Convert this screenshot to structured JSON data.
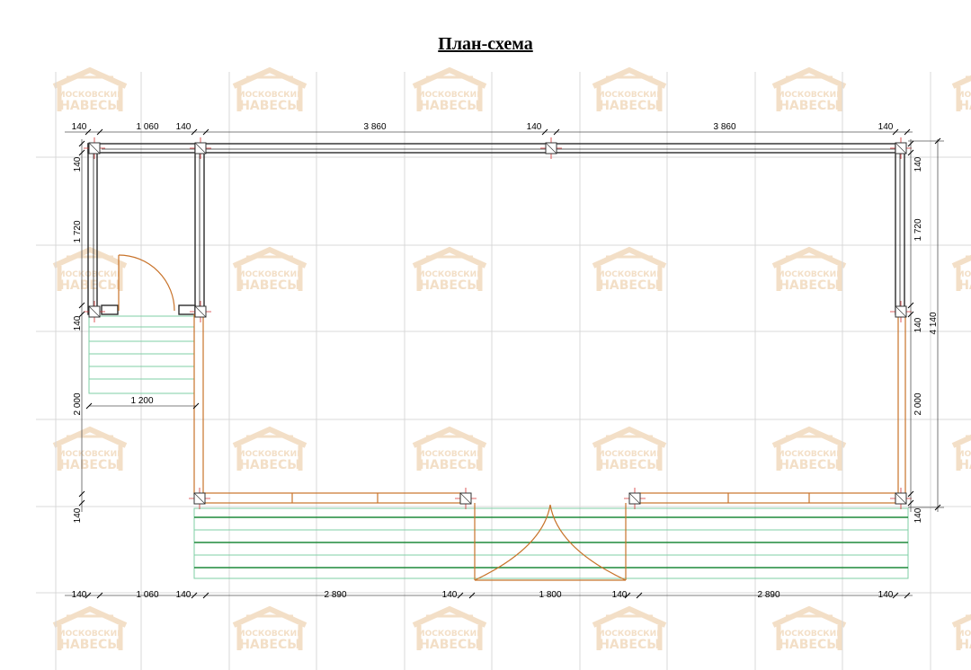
{
  "title": "План-схема",
  "watermark": {
    "line1": "МОСКОВСКИЕ",
    "line2": "НАВЕСЫ"
  },
  "dimensions": {
    "top": [
      "140",
      "1 060",
      "140",
      "3 860",
      "140",
      "3 860",
      "140"
    ],
    "bottom": [
      "140",
      "1 060",
      "140",
      "2 890",
      "140",
      "1 800",
      "140",
      "2 890",
      "140"
    ],
    "left": [
      "140",
      "1 720",
      "140",
      "2 000",
      "140"
    ],
    "right": [
      "140",
      "1 720",
      "140",
      "2 000",
      "140"
    ],
    "right_total": "4 140",
    "inner_step": "1 200"
  },
  "colors": {
    "wall": "#2a2a2a",
    "timber": "#c8732a",
    "deck_dark": "#1f8a3a",
    "deck_light": "#7fcfa6",
    "grid": "#d8d8d8",
    "post_mark": "#d43030",
    "watermark": "#f3dfc7"
  }
}
